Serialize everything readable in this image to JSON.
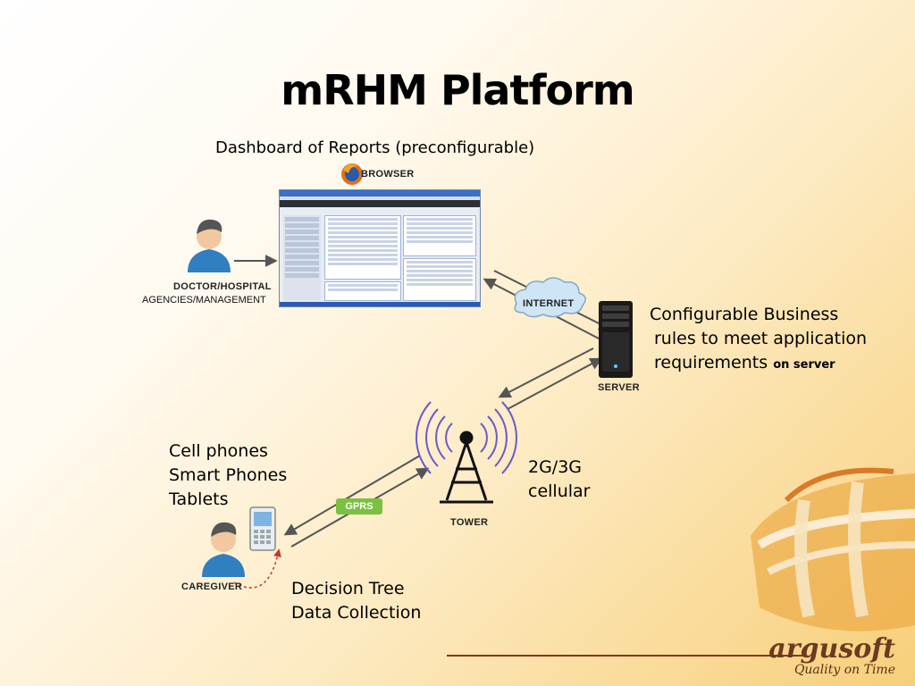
{
  "title": "mRHM Platform",
  "dashboard_label": "Dashboard of Reports (preconfigurable)",
  "browser_label": "BROWSER",
  "doctor_label": "DOCTOR/HOSPITAL",
  "agencies_label": "AGENCIES/MANAGEMENT",
  "internet_label": "INTERNET",
  "server_label": "SERVER",
  "server_text": {
    "line1": "Configurable Business",
    "line2": "rules to meet application",
    "line3": "requirements",
    "line3_suffix": "on server"
  },
  "devices": [
    "Cell phones",
    "Smart Phones",
    "Tablets"
  ],
  "cellular": [
    "2G/3G",
    "cellular"
  ],
  "gprs_label": "GPRS",
  "tower_label": "TOWER",
  "caregiver_label": "CAREGIVER",
  "decision": [
    "Decision Tree",
    "Data Collection"
  ],
  "logo": {
    "name": "argusoft",
    "tagline": "Quality on Time"
  },
  "colors": {
    "gprs": "#7ac142",
    "arrow": "#555555",
    "cloud": "#cfe5f5",
    "logo": "#6b3a1f"
  }
}
